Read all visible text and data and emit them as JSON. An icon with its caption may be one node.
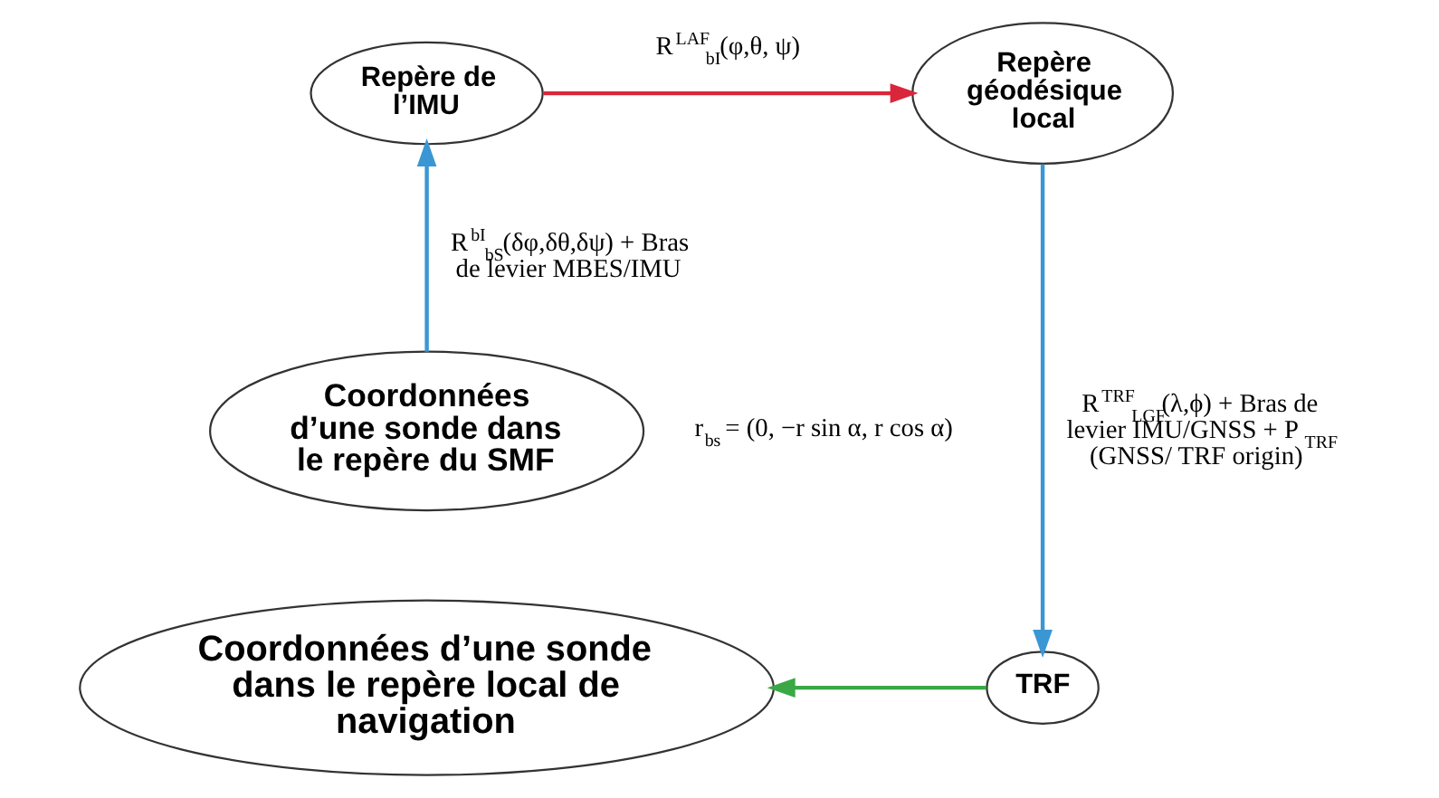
{
  "diagram": {
    "nodes": [
      {
        "text": [
          "Repère de l’IMU"
        ]
      },
      {
        "text": [
          "Repère géodésique local"
        ]
      },
      {
        "text": [
          "Coordonnées d’une sonde dans le repère du SMF"
        ],
        "beside": [
          "r$_{bs}$ = (0, −r sin α, r cos α)"
        ]
      },
      {
        "text": [
          "Coordonnées d’une sonde dans le repère local de navigation"
        ]
      },
      {
        "text": [
          "TRF"
        ]
      }
    ],
    "edges": [
      {
        "from": 0,
        "to": 1,
        "arrow": "to",
        "label": "R$^{LAF}$$_{bI}$(φ,θ, ψ)",
        "color": "#d9263a"
      },
      {
        "from": 2,
        "to": 0,
        "arrow": "to",
        "label": "R$^{bI}$$_{bS}$(δφ,δθ,δψ) + Bras de levier MBES/IMU"
      },
      {
        "from": 1,
        "to": 4,
        "arrow": "to",
        "label": "R$^{TRF}$$_{LGF}$(λ,ϕ) + Bras de levier IMU/GNSS + P$_{TRF}$ (GNSS/ TRF origin)"
      },
      {
        "from": 4,
        "to": 3,
        "arrow": "to",
        "color": "#3aa845"
      }
    ]
  }
}
